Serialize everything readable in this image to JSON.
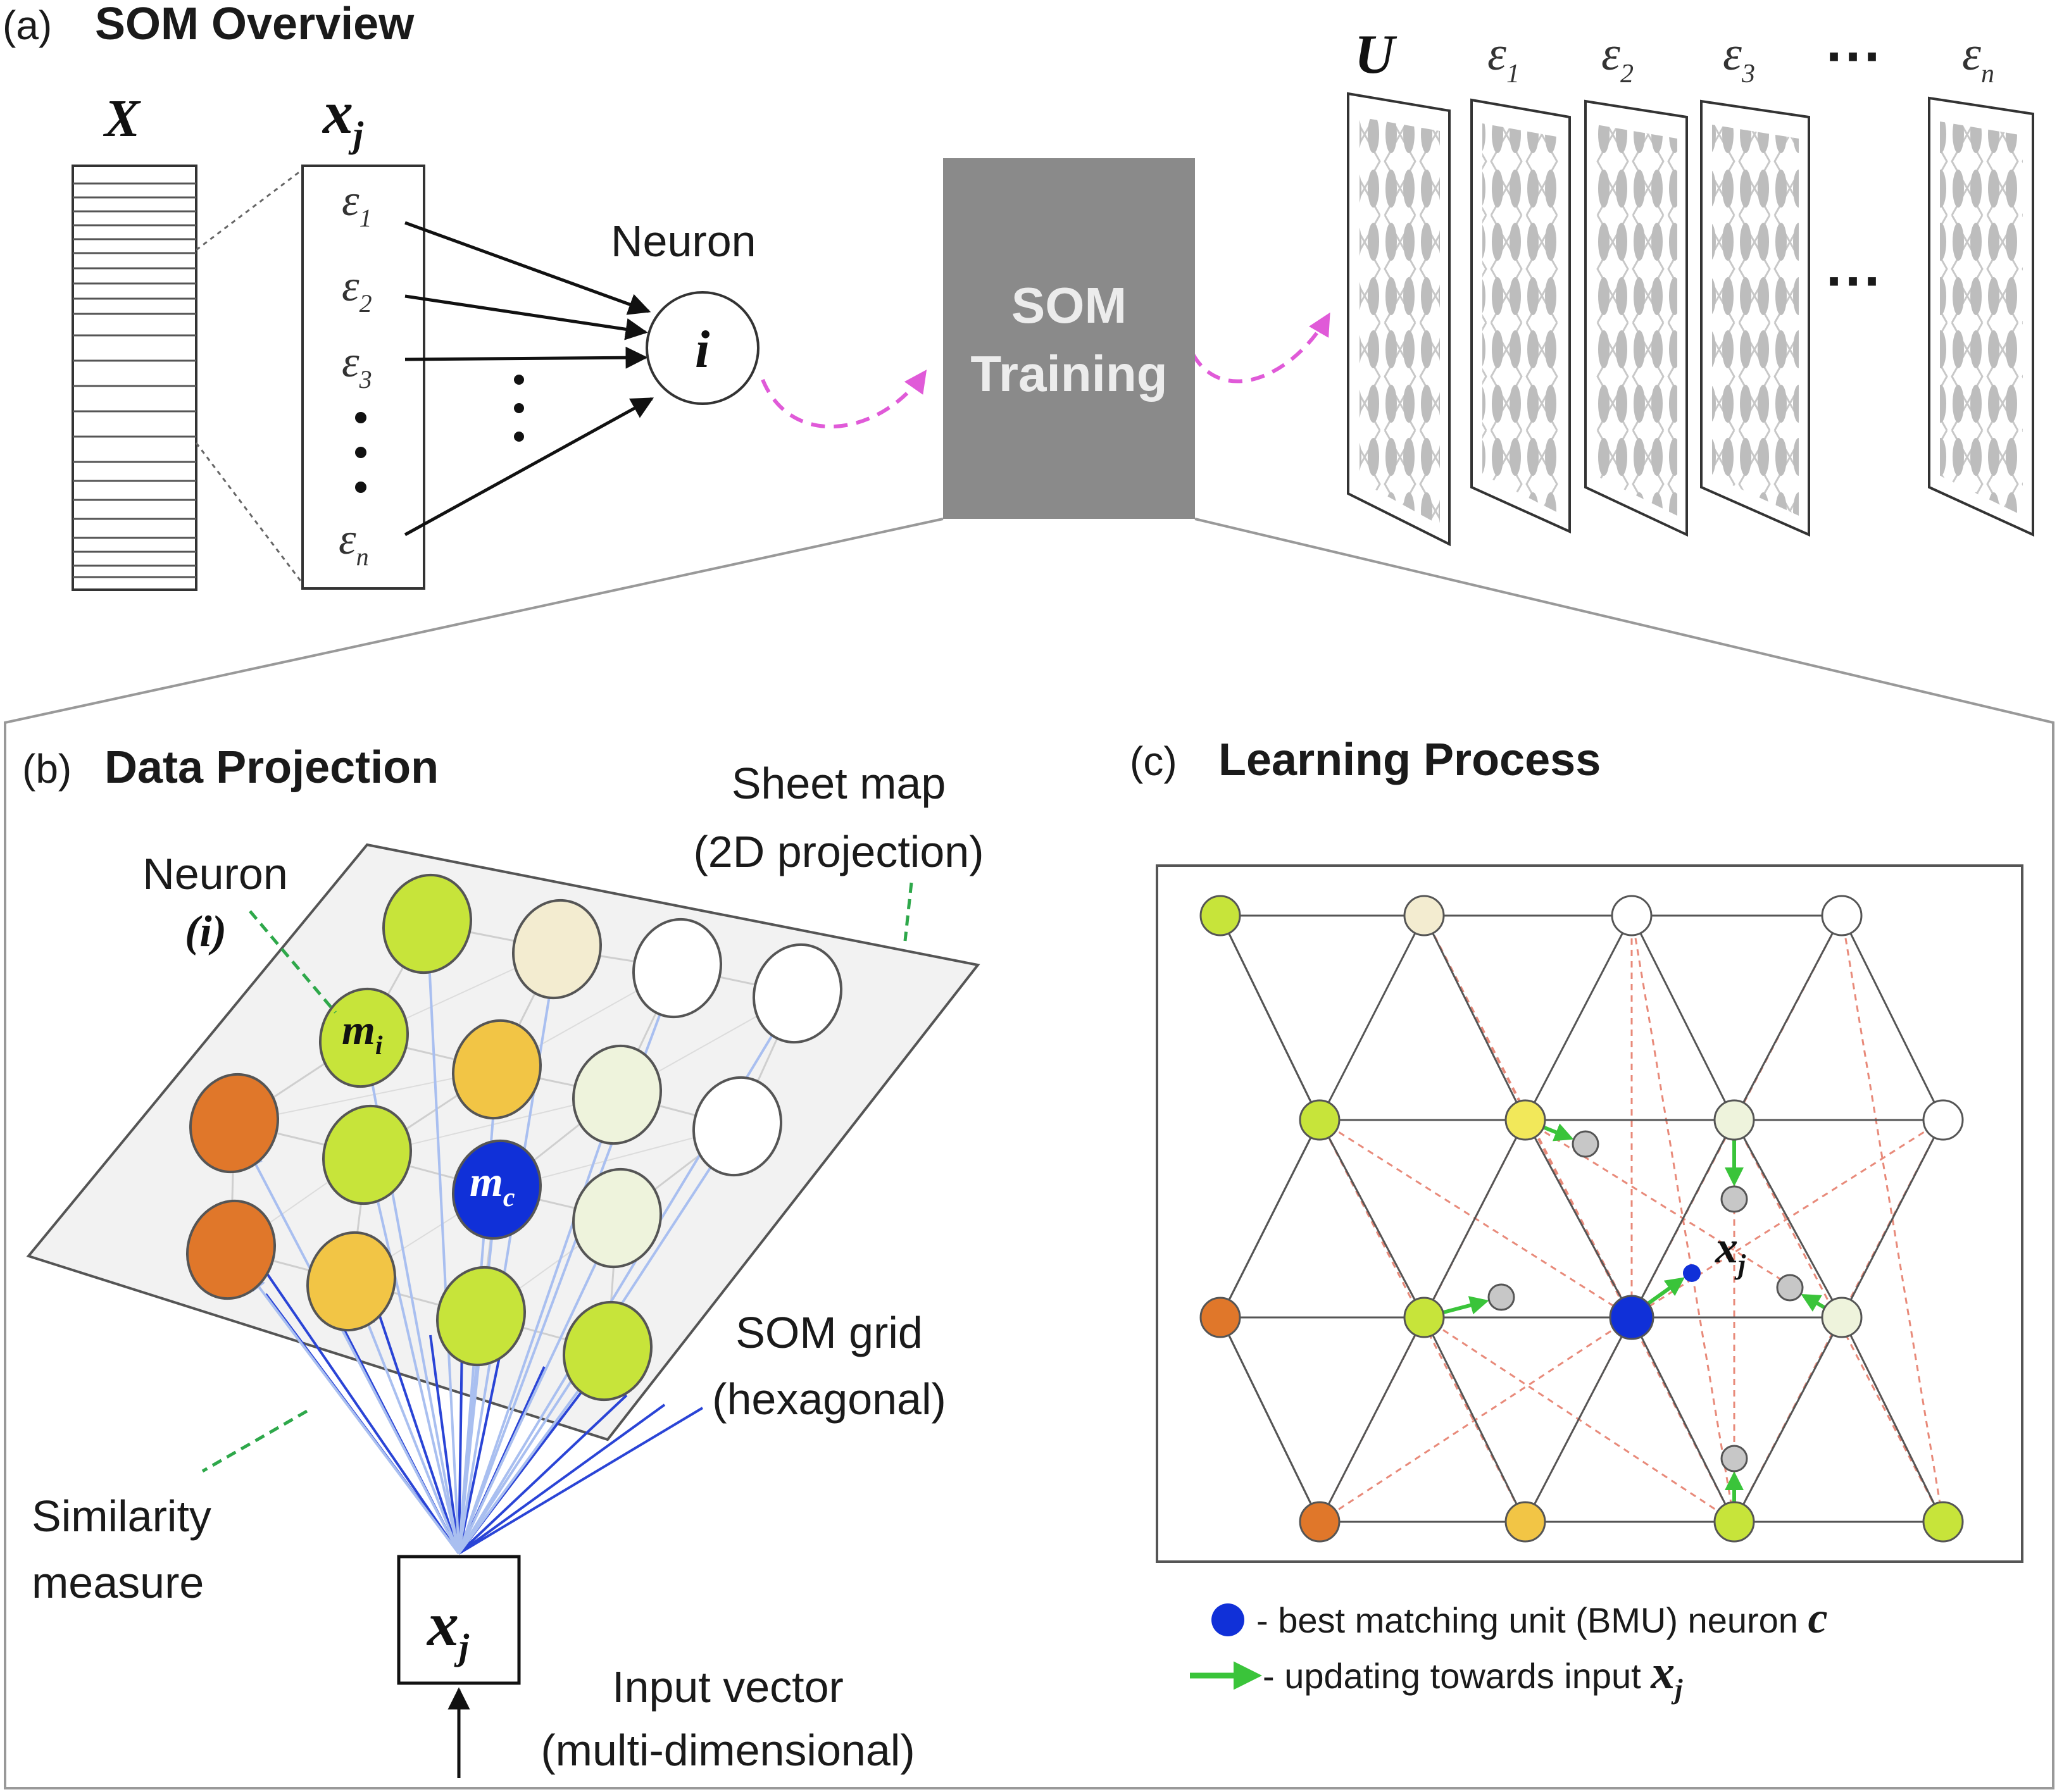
{
  "panel_a": {
    "letter": "(a)",
    "title": "SOM Overview",
    "matrix_label": "X",
    "vector_label": "x",
    "vector_sub": "j",
    "vector_entries": [
      {
        "sym": "ε",
        "sub": "1"
      },
      {
        "sym": "ε",
        "sub": "2"
      },
      {
        "sym": "ε",
        "sub": "3"
      },
      {
        "sym": "ε",
        "sub": "n"
      }
    ],
    "neuron_label": "Neuron",
    "neuron_symbol": "i",
    "dots": "⋮",
    "training_line1": "SOM",
    "training_line2": "Training",
    "maps": [
      {
        "sym": "U",
        "sub": ""
      },
      {
        "sym": "ε",
        "sub": "1"
      },
      {
        "sym": "ε",
        "sub": "2"
      },
      {
        "sym": "ε",
        "sub": "3"
      },
      {
        "sym": "ε",
        "sub": "n"
      }
    ],
    "ellipsis": "···",
    "colors": {
      "training_box": "#8a8a8a",
      "pink_arrow": "#e05ad8"
    }
  },
  "panel_b": {
    "letter": "(b)",
    "title": "Data Projection",
    "sheet_line1": "Sheet map",
    "sheet_line2": "(2D projection)",
    "neuron_line1": "Neuron",
    "neuron_line2": "(i)",
    "mi_sym": "m",
    "mi_sub": "i",
    "mc_sym": "m",
    "mc_sub": "c",
    "grid_line1": "SOM grid",
    "grid_line2": "(hexagonal)",
    "sim_line1": "Similarity",
    "sim_line2": "measure",
    "input_sym": "x",
    "input_sub": "j",
    "input_line1": "Input vector",
    "input_line2": "(multi-dimensional)",
    "colors": {
      "orange": "#e0772a",
      "yellow_green": "#c7e43a",
      "yellow": "#f2c545",
      "pale": "#f3ecd0",
      "pale_green": "#eef3dc",
      "blue": "#1030d8",
      "arrow_light": "#a9bff0",
      "arrow_dark": "#2a44d6"
    }
  },
  "panel_c": {
    "letter": "(c)",
    "title": "Learning Process",
    "xj_sym": "x",
    "xj_sub": "j",
    "legend_bmu": "- best matching unit (BMU) neuron ",
    "legend_bmu_sym": "c",
    "legend_update": "- updating towards input ",
    "legend_update_sym": "x",
    "legend_update_sub": "j",
    "colors": {
      "bmu": "#1030d8",
      "green_arrow": "#3ac43a",
      "red_dash": "#e88a7a",
      "grey_node": "#c7c7c7"
    }
  }
}
